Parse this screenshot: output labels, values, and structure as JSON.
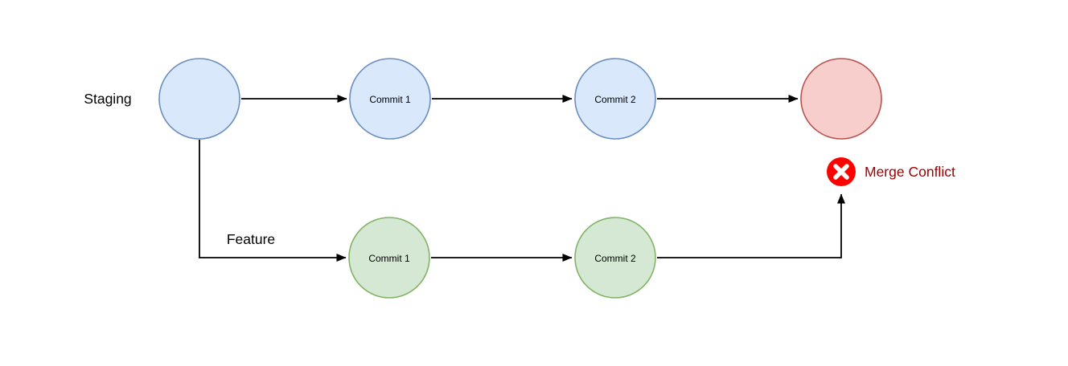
{
  "diagram": {
    "labels": {
      "staging_branch": "Staging",
      "feature_branch": "Feature",
      "merge_conflict": "Merge Conflict"
    },
    "staging_nodes": [
      {
        "id": "staging-start",
        "label": ""
      },
      {
        "id": "staging-commit-1",
        "label": "Commit 1"
      },
      {
        "id": "staging-commit-2",
        "label": "Commit 2"
      },
      {
        "id": "staging-merge-target",
        "label": ""
      }
    ],
    "feature_nodes": [
      {
        "id": "feature-commit-1",
        "label": "Commit 1"
      },
      {
        "id": "feature-commit-2",
        "label": "Commit 2"
      }
    ],
    "icons": {
      "merge_conflict_icon": "error-cross-icon"
    },
    "colors": {
      "staging_node_fill": "#dae8fc",
      "staging_node_stroke": "#6c8ebf",
      "feature_node_fill": "#d5e8d4",
      "feature_node_stroke": "#82b366",
      "merge_target_fill": "#f8cecc",
      "merge_target_stroke": "#b85450",
      "error_icon_fill": "#ff0000",
      "error_icon_cross": "#ffffff",
      "merge_conflict_text": "#990000",
      "edge": "#000000",
      "label_text": "#000000"
    }
  }
}
